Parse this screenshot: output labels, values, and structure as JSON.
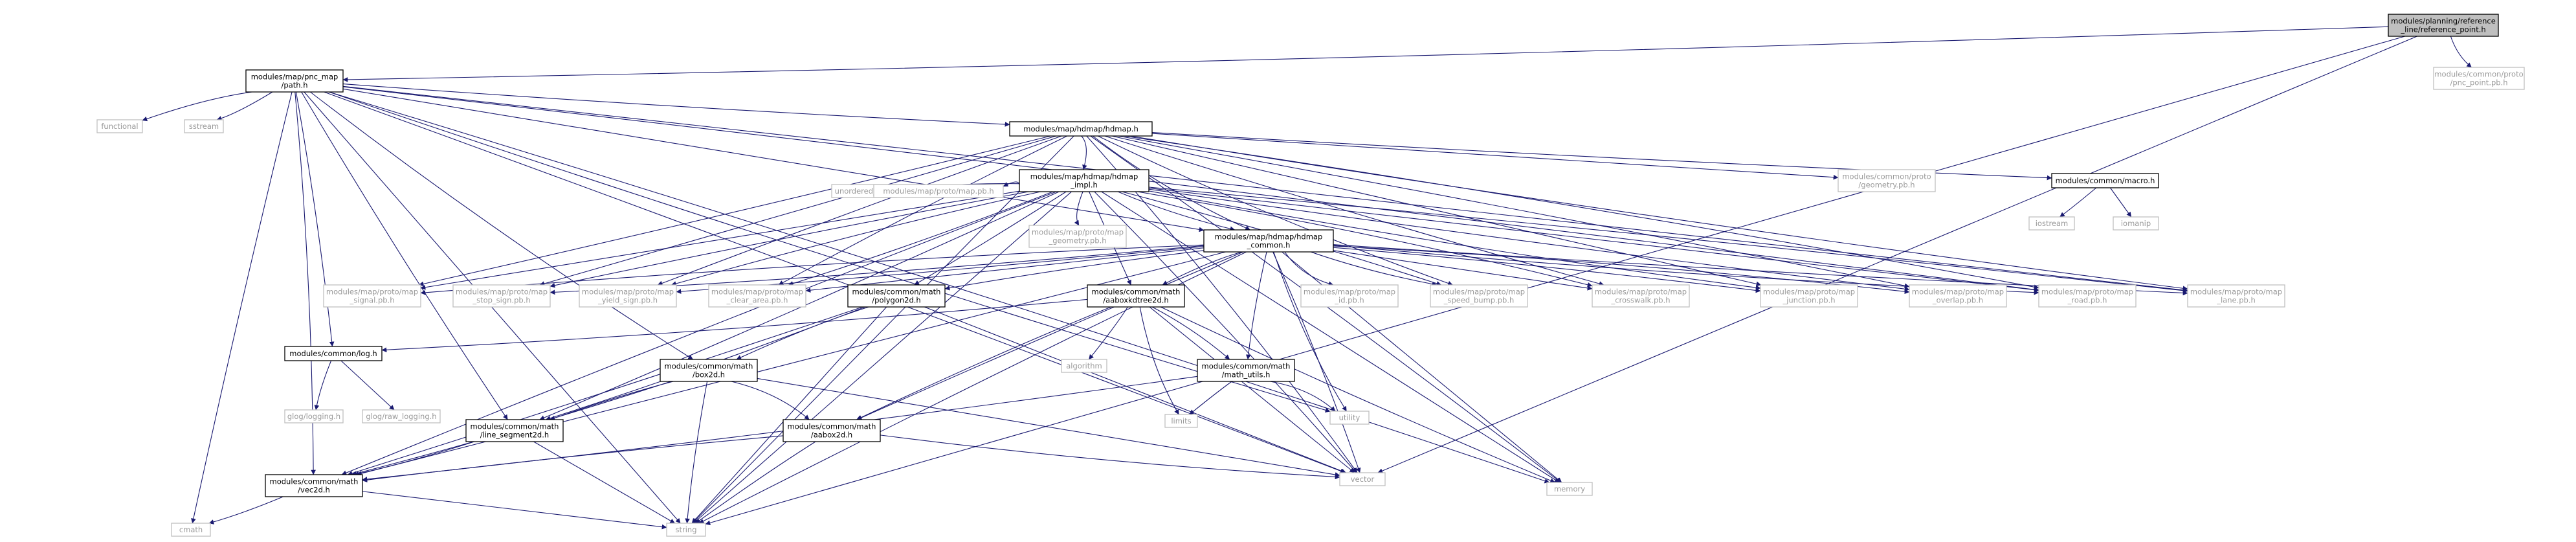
{
  "diagram": {
    "type": "include-dependency-graph",
    "colors": {
      "edge": "#191970",
      "root_fill": "#bfbfbf",
      "system_border": "#bfbfbf",
      "system_text": "#9a9a9a"
    },
    "nodes": [
      {
        "id": "root",
        "lines": [
          "modules/planning/reference",
          "_line/reference_point.h"
        ],
        "kind": "root"
      },
      {
        "id": "pnc_path",
        "lines": [
          "modules/map/pnc_map",
          "/path.h"
        ],
        "kind": "header"
      },
      {
        "id": "pnc_point",
        "lines": [
          "modules/common/proto",
          "/pnc_point.pb.h"
        ],
        "kind": "system"
      },
      {
        "id": "memory",
        "lines": [
          "memory"
        ],
        "kind": "system"
      },
      {
        "id": "vector",
        "lines": [
          "vector"
        ],
        "kind": "system"
      },
      {
        "id": "string",
        "lines": [
          "string"
        ],
        "kind": "system"
      },
      {
        "id": "functional",
        "lines": [
          "functional"
        ],
        "kind": "system"
      },
      {
        "id": "sstream",
        "lines": [
          "sstream"
        ],
        "kind": "system"
      },
      {
        "id": "cmath",
        "lines": [
          "cmath"
        ],
        "kind": "system"
      },
      {
        "id": "utility",
        "lines": [
          "utility"
        ],
        "kind": "system"
      },
      {
        "id": "hdmap_h",
        "lines": [
          "modules/map/hdmap/hdmap.h"
        ],
        "kind": "header"
      },
      {
        "id": "hdmap_impl",
        "lines": [
          "modules/map/hdmap/hdmap",
          "_impl.h"
        ],
        "kind": "header"
      },
      {
        "id": "hdmap_common",
        "lines": [
          "modules/map/hdmap/hdmap",
          "_common.h"
        ],
        "kind": "header"
      },
      {
        "id": "macro",
        "lines": [
          "modules/common/macro.h"
        ],
        "kind": "header"
      },
      {
        "id": "iostream",
        "lines": [
          "iostream"
        ],
        "kind": "system"
      },
      {
        "id": "iomanip",
        "lines": [
          "iomanip"
        ],
        "kind": "system"
      },
      {
        "id": "geometry_top",
        "lines": [
          "modules/common/proto",
          "/geometry.pb.h"
        ],
        "kind": "system"
      },
      {
        "id": "unordered_map",
        "lines": [
          "unordered_map"
        ],
        "kind": "system"
      },
      {
        "id": "map_pb",
        "lines": [
          "modules/map/proto/map.pb.h"
        ],
        "kind": "system"
      },
      {
        "id": "map_geometry",
        "lines": [
          "modules/map/proto/map",
          "_geometry.pb.h"
        ],
        "kind": "system"
      },
      {
        "id": "signal",
        "lines": [
          "modules/map/proto/map",
          "_signal.pb.h"
        ],
        "kind": "system"
      },
      {
        "id": "stop_sign",
        "lines": [
          "modules/map/proto/map",
          "_stop_sign.pb.h"
        ],
        "kind": "system"
      },
      {
        "id": "yield_sign",
        "lines": [
          "modules/map/proto/map",
          "_yield_sign.pb.h"
        ],
        "kind": "system"
      },
      {
        "id": "clear_area",
        "lines": [
          "modules/map/proto/map",
          "_clear_area.pb.h"
        ],
        "kind": "system"
      },
      {
        "id": "polygon2d",
        "lines": [
          "modules/common/math",
          "/polygon2d.h"
        ],
        "kind": "header"
      },
      {
        "id": "aaboxkdtree",
        "lines": [
          "modules/common/math",
          "/aaboxkdtree2d.h"
        ],
        "kind": "header"
      },
      {
        "id": "map_id",
        "lines": [
          "modules/map/proto/map",
          "_id.pb.h"
        ],
        "kind": "system"
      },
      {
        "id": "speed_bump",
        "lines": [
          "modules/map/proto/map",
          "_speed_bump.pb.h"
        ],
        "kind": "system"
      },
      {
        "id": "crosswalk",
        "lines": [
          "modules/map/proto/map",
          "_crosswalk.pb.h"
        ],
        "kind": "system"
      },
      {
        "id": "junction",
        "lines": [
          "modules/map/proto/map",
          "_junction.pb.h"
        ],
        "kind": "system"
      },
      {
        "id": "overlap",
        "lines": [
          "modules/map/proto/map",
          "_overlap.pb.h"
        ],
        "kind": "system"
      },
      {
        "id": "road",
        "lines": [
          "modules/map/proto/map",
          "_road.pb.h"
        ],
        "kind": "system"
      },
      {
        "id": "lane",
        "lines": [
          "modules/map/proto/map",
          "_lane.pb.h"
        ],
        "kind": "system"
      },
      {
        "id": "log",
        "lines": [
          "modules/common/log.h"
        ],
        "kind": "header"
      },
      {
        "id": "glog",
        "lines": [
          "glog/logging.h"
        ],
        "kind": "system"
      },
      {
        "id": "glog_raw",
        "lines": [
          "glog/raw_logging.h"
        ],
        "kind": "system"
      },
      {
        "id": "box2d",
        "lines": [
          "modules/common/math",
          "/box2d.h"
        ],
        "kind": "header"
      },
      {
        "id": "algorithm",
        "lines": [
          "algorithm"
        ],
        "kind": "system"
      },
      {
        "id": "math_utils",
        "lines": [
          "modules/common/math",
          "/math_utils.h"
        ],
        "kind": "header"
      },
      {
        "id": "limits",
        "lines": [
          "limits"
        ],
        "kind": "system"
      },
      {
        "id": "line_segment",
        "lines": [
          "modules/common/math",
          "/line_segment2d.h"
        ],
        "kind": "header"
      },
      {
        "id": "aabox2d",
        "lines": [
          "modules/common/math",
          "/aabox2d.h"
        ],
        "kind": "header"
      },
      {
        "id": "vec2d",
        "lines": [
          "modules/common/math",
          "/vec2d.h"
        ],
        "kind": "header"
      }
    ],
    "edges": [
      [
        "root",
        "pnc_path"
      ],
      [
        "root",
        "pnc_point"
      ],
      [
        "root",
        "vector"
      ],
      [
        "root",
        "string"
      ],
      [
        "pnc_path",
        "functional"
      ],
      [
        "pnc_path",
        "sstream"
      ],
      [
        "pnc_path",
        "cmath"
      ],
      [
        "pnc_path",
        "string"
      ],
      [
        "pnc_path",
        "vector"
      ],
      [
        "pnc_path",
        "memory"
      ],
      [
        "pnc_path",
        "utility"
      ],
      [
        "pnc_path",
        "hdmap_h"
      ],
      [
        "pnc_path",
        "hdmap_common"
      ],
      [
        "pnc_path",
        "log"
      ],
      [
        "pnc_path",
        "vec2d"
      ],
      [
        "pnc_path",
        "box2d"
      ],
      [
        "pnc_path",
        "line_segment"
      ],
      [
        "pnc_path",
        "lane"
      ],
      [
        "pnc_path",
        "road"
      ],
      [
        "hdmap_h",
        "hdmap_impl"
      ],
      [
        "hdmap_h",
        "hdmap_common"
      ],
      [
        "hdmap_h",
        "macro"
      ],
      [
        "hdmap_h",
        "geometry_top"
      ],
      [
        "hdmap_h",
        "memory"
      ],
      [
        "hdmap_h",
        "vector"
      ],
      [
        "hdmap_h",
        "string"
      ],
      [
        "hdmap_h",
        "signal"
      ],
      [
        "hdmap_h",
        "stop_sign"
      ],
      [
        "hdmap_h",
        "yield_sign"
      ],
      [
        "hdmap_h",
        "clear_area"
      ],
      [
        "hdmap_h",
        "speed_bump"
      ],
      [
        "hdmap_h",
        "crosswalk"
      ],
      [
        "hdmap_h",
        "junction"
      ],
      [
        "hdmap_h",
        "overlap"
      ],
      [
        "hdmap_h",
        "road"
      ],
      [
        "hdmap_h",
        "lane"
      ],
      [
        "macro",
        "iostream"
      ],
      [
        "macro",
        "iomanip"
      ],
      [
        "hdmap_impl",
        "unordered_map"
      ],
      [
        "hdmap_impl",
        "map_pb"
      ],
      [
        "hdmap_impl",
        "map_geometry"
      ],
      [
        "hdmap_impl",
        "hdmap_common"
      ],
      [
        "hdmap_impl",
        "signal"
      ],
      [
        "hdmap_impl",
        "stop_sign"
      ],
      [
        "hdmap_impl",
        "yield_sign"
      ],
      [
        "hdmap_impl",
        "clear_area"
      ],
      [
        "hdmap_impl",
        "polygon2d"
      ],
      [
        "hdmap_impl",
        "aaboxkdtree"
      ],
      [
        "hdmap_impl",
        "speed_bump"
      ],
      [
        "hdmap_impl",
        "crosswalk"
      ],
      [
        "hdmap_impl",
        "junction"
      ],
      [
        "hdmap_impl",
        "overlap"
      ],
      [
        "hdmap_impl",
        "road"
      ],
      [
        "hdmap_impl",
        "lane"
      ],
      [
        "hdmap_impl",
        "vec2d"
      ],
      [
        "hdmap_impl",
        "line_segment"
      ],
      [
        "hdmap_impl",
        "string"
      ],
      [
        "hdmap_impl",
        "memory"
      ],
      [
        "hdmap_impl",
        "vector"
      ],
      [
        "hdmap_common",
        "signal"
      ],
      [
        "hdmap_common",
        "stop_sign"
      ],
      [
        "hdmap_common",
        "yield_sign"
      ],
      [
        "hdmap_common",
        "clear_area"
      ],
      [
        "hdmap_common",
        "polygon2d"
      ],
      [
        "hdmap_common",
        "aaboxkdtree"
      ],
      [
        "hdmap_common",
        "map_id"
      ],
      [
        "hdmap_common",
        "speed_bump"
      ],
      [
        "hdmap_common",
        "crosswalk"
      ],
      [
        "hdmap_common",
        "junction"
      ],
      [
        "hdmap_common",
        "overlap"
      ],
      [
        "hdmap_common",
        "road"
      ],
      [
        "hdmap_common",
        "lane"
      ],
      [
        "hdmap_common",
        "memory"
      ],
      [
        "hdmap_common",
        "vector"
      ],
      [
        "hdmap_common",
        "string"
      ],
      [
        "hdmap_common",
        "utility"
      ],
      [
        "hdmap_common",
        "math_utils"
      ],
      [
        "hdmap_common",
        "vec2d"
      ],
      [
        "hdmap_common",
        "aabox2d"
      ],
      [
        "polygon2d",
        "box2d"
      ],
      [
        "polygon2d",
        "line_segment"
      ],
      [
        "polygon2d",
        "vec2d"
      ],
      [
        "polygon2d",
        "vector"
      ],
      [
        "polygon2d",
        "string"
      ],
      [
        "aaboxkdtree",
        "algorithm"
      ],
      [
        "aaboxkdtree",
        "limits"
      ],
      [
        "aaboxkdtree",
        "memory"
      ],
      [
        "aaboxkdtree",
        "vector"
      ],
      [
        "aaboxkdtree",
        "math_utils"
      ],
      [
        "aaboxkdtree",
        "aabox2d"
      ],
      [
        "aaboxkdtree",
        "log"
      ],
      [
        "log",
        "glog"
      ],
      [
        "log",
        "glog_raw"
      ],
      [
        "box2d",
        "line_segment"
      ],
      [
        "box2d",
        "aabox2d"
      ],
      [
        "box2d",
        "vec2d"
      ],
      [
        "box2d",
        "string"
      ],
      [
        "box2d",
        "vector"
      ],
      [
        "math_utils",
        "limits"
      ],
      [
        "math_utils",
        "utility"
      ],
      [
        "math_utils",
        "vec2d"
      ],
      [
        "line_segment",
        "vec2d"
      ],
      [
        "line_segment",
        "string"
      ],
      [
        "aabox2d",
        "vec2d"
      ],
      [
        "aabox2d",
        "string"
      ],
      [
        "aabox2d",
        "vector"
      ],
      [
        "vec2d",
        "cmath"
      ],
      [
        "vec2d",
        "string"
      ]
    ]
  }
}
